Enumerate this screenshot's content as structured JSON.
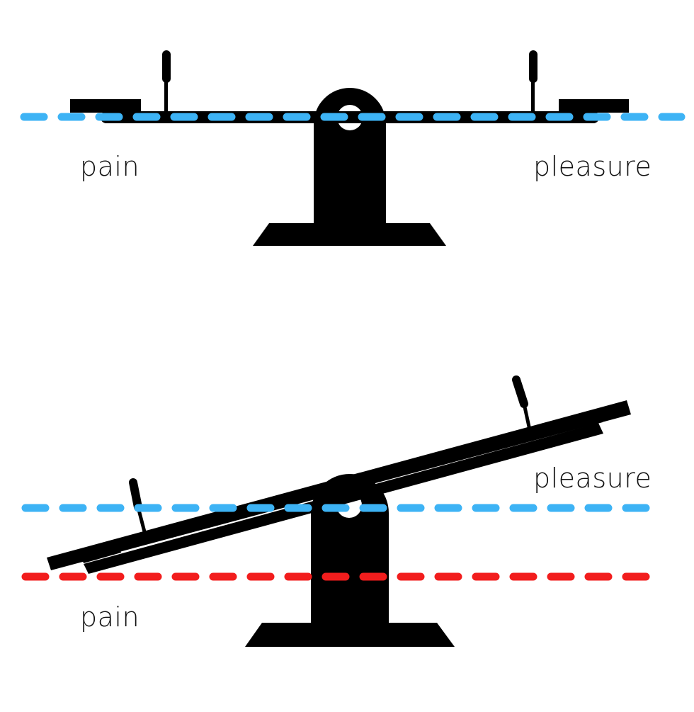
{
  "colors": {
    "seesaw": "#000000",
    "balance_line": "#3db3f5",
    "pain_line": "#f21d1d",
    "background": "#ffffff"
  },
  "balanced_panel": {
    "left_label": "pain",
    "right_label": "pleasure"
  },
  "tilted_panel": {
    "left_label": "pain",
    "right_label": "pleasure"
  }
}
